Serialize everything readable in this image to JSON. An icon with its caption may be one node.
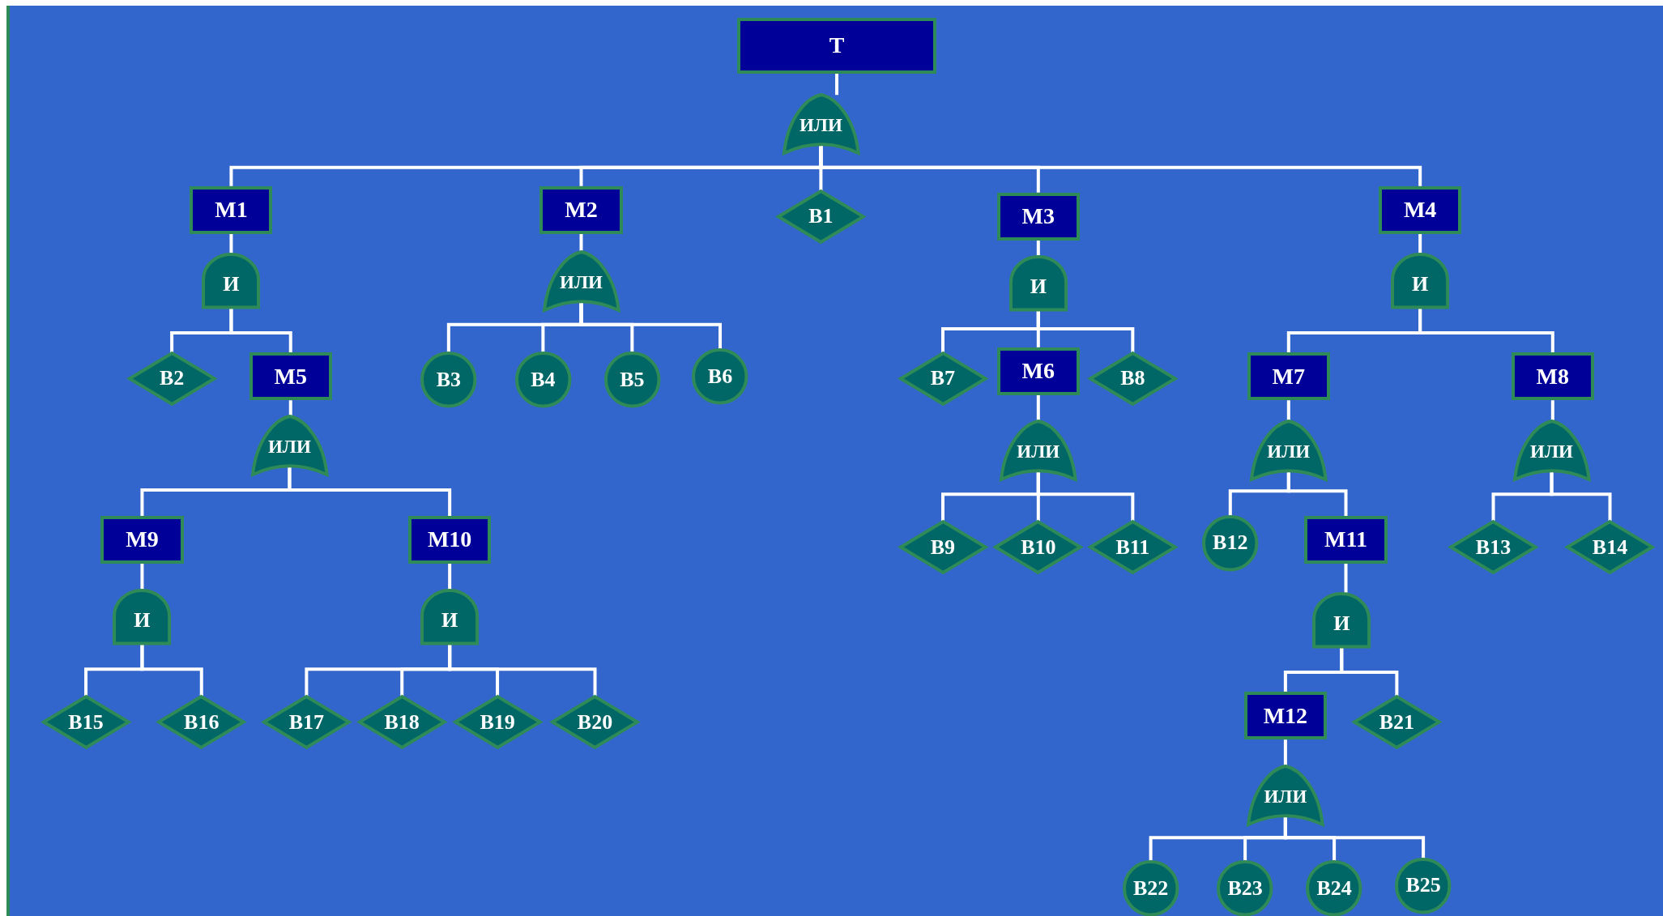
{
  "diagram": {
    "nodes": [
      {
        "text": [
          "Т"
        ]
      },
      {
        "text": [
          "ИЛИ"
        ]
      },
      {
        "text": [
          "М1"
        ]
      },
      {
        "text": [
          "М2"
        ]
      },
      {
        "text": [
          "В1"
        ]
      },
      {
        "text": [
          "М3"
        ]
      },
      {
        "text": [
          "М4"
        ]
      },
      {
        "text": [
          "И"
        ]
      },
      {
        "text": [
          "ИЛИ"
        ]
      },
      {
        "text": [
          "И"
        ]
      },
      {
        "text": [
          "И"
        ]
      },
      {
        "text": [
          "В2"
        ]
      },
      {
        "text": [
          "М5"
        ]
      },
      {
        "text": [
          "В3"
        ]
      },
      {
        "text": [
          "В4"
        ]
      },
      {
        "text": [
          "В5"
        ]
      },
      {
        "text": [
          "В6"
        ]
      },
      {
        "text": [
          "В7"
        ]
      },
      {
        "text": [
          "М6"
        ]
      },
      {
        "text": [
          "В8"
        ]
      },
      {
        "text": [
          "М7"
        ]
      },
      {
        "text": [
          "М8"
        ]
      },
      {
        "text": [
          "ИЛИ"
        ]
      },
      {
        "text": [
          "ИЛИ"
        ]
      },
      {
        "text": [
          "ИЛИ"
        ]
      },
      {
        "text": [
          "ИЛИ"
        ]
      },
      {
        "text": [
          "М9"
        ]
      },
      {
        "text": [
          "М10"
        ]
      },
      {
        "text": [
          "В9"
        ]
      },
      {
        "text": [
          "В10"
        ]
      },
      {
        "text": [
          "В11"
        ]
      },
      {
        "text": [
          "В12"
        ]
      },
      {
        "text": [
          "М11"
        ]
      },
      {
        "text": [
          "В13"
        ]
      },
      {
        "text": [
          "В14"
        ]
      },
      {
        "text": [
          "И"
        ]
      },
      {
        "text": [
          "И"
        ]
      },
      {
        "text": [
          "И"
        ]
      },
      {
        "text": [
          "В15"
        ]
      },
      {
        "text": [
          "В16"
        ]
      },
      {
        "text": [
          "В17"
        ]
      },
      {
        "text": [
          "В18"
        ]
      },
      {
        "text": [
          "В19"
        ]
      },
      {
        "text": [
          "В20"
        ]
      },
      {
        "text": [
          "М12"
        ]
      },
      {
        "text": [
          "В21"
        ]
      },
      {
        "text": [
          "ИЛИ"
        ]
      },
      {
        "text": [
          "В22"
        ]
      },
      {
        "text": [
          "В23"
        ]
      },
      {
        "text": [
          "В24"
        ]
      },
      {
        "text": [
          "В25"
        ]
      }
    ],
    "edges": [
      {
        "from": 0,
        "to": 1,
        "arrow": "none"
      },
      {
        "from": 1,
        "to": 2,
        "arrow": "none"
      },
      {
        "from": 1,
        "to": 3,
        "arrow": "none"
      },
      {
        "from": 1,
        "to": 4,
        "arrow": "none"
      },
      {
        "from": 1,
        "to": 5,
        "arrow": "none"
      },
      {
        "from": 1,
        "to": 6,
        "arrow": "none"
      },
      {
        "from": 2,
        "to": 7,
        "arrow": "none"
      },
      {
        "from": 3,
        "to": 8,
        "arrow": "none"
      },
      {
        "from": 5,
        "to": 9,
        "arrow": "none"
      },
      {
        "from": 6,
        "to": 10,
        "arrow": "none"
      },
      {
        "from": 7,
        "to": 11,
        "arrow": "none"
      },
      {
        "from": 7,
        "to": 12,
        "arrow": "none"
      },
      {
        "from": 8,
        "to": 13,
        "arrow": "none"
      },
      {
        "from": 8,
        "to": 14,
        "arrow": "none"
      },
      {
        "from": 8,
        "to": 15,
        "arrow": "none"
      },
      {
        "from": 8,
        "to": 16,
        "arrow": "none"
      },
      {
        "from": 9,
        "to": 17,
        "arrow": "none"
      },
      {
        "from": 9,
        "to": 18,
        "arrow": "none"
      },
      {
        "from": 9,
        "to": 19,
        "arrow": "none"
      },
      {
        "from": 10,
        "to": 20,
        "arrow": "none"
      },
      {
        "from": 10,
        "to": 21,
        "arrow": "none"
      },
      {
        "from": 12,
        "to": 22,
        "arrow": "none"
      },
      {
        "from": 18,
        "to": 23,
        "arrow": "none"
      },
      {
        "from": 20,
        "to": 24,
        "arrow": "none"
      },
      {
        "from": 21,
        "to": 25,
        "arrow": "none"
      },
      {
        "from": 22,
        "to": 26,
        "arrow": "none"
      },
      {
        "from": 22,
        "to": 27,
        "arrow": "none"
      },
      {
        "from": 23,
        "to": 28,
        "arrow": "none"
      },
      {
        "from": 23,
        "to": 29,
        "arrow": "none"
      },
      {
        "from": 23,
        "to": 30,
        "arrow": "none"
      },
      {
        "from": 24,
        "to": 31,
        "arrow": "none"
      },
      {
        "from": 24,
        "to": 32,
        "arrow": "none"
      },
      {
        "from": 25,
        "to": 33,
        "arrow": "none"
      },
      {
        "from": 25,
        "to": 34,
        "arrow": "none"
      },
      {
        "from": 26,
        "to": 35,
        "arrow": "none"
      },
      {
        "from": 27,
        "to": 36,
        "arrow": "none"
      },
      {
        "from": 32,
        "to": 37,
        "arrow": "none"
      },
      {
        "from": 35,
        "to": 38,
        "arrow": "none"
      },
      {
        "from": 35,
        "to": 39,
        "arrow": "none"
      },
      {
        "from": 36,
        "to": 40,
        "arrow": "none"
      },
      {
        "from": 36,
        "to": 41,
        "arrow": "none"
      },
      {
        "from": 36,
        "to": 42,
        "arrow": "none"
      },
      {
        "from": 36,
        "to": 43,
        "arrow": "none"
      },
      {
        "from": 37,
        "to": 44,
        "arrow": "none"
      },
      {
        "from": 37,
        "to": 45,
        "arrow": "none"
      },
      {
        "from": 44,
        "to": 46,
        "arrow": "none"
      },
      {
        "from": 46,
        "to": 47,
        "arrow": "none"
      },
      {
        "from": 46,
        "to": 48,
        "arrow": "none"
      },
      {
        "from": 46,
        "to": 49,
        "arrow": "none"
      },
      {
        "from": 46,
        "to": 50,
        "arrow": "none"
      }
    ]
  }
}
